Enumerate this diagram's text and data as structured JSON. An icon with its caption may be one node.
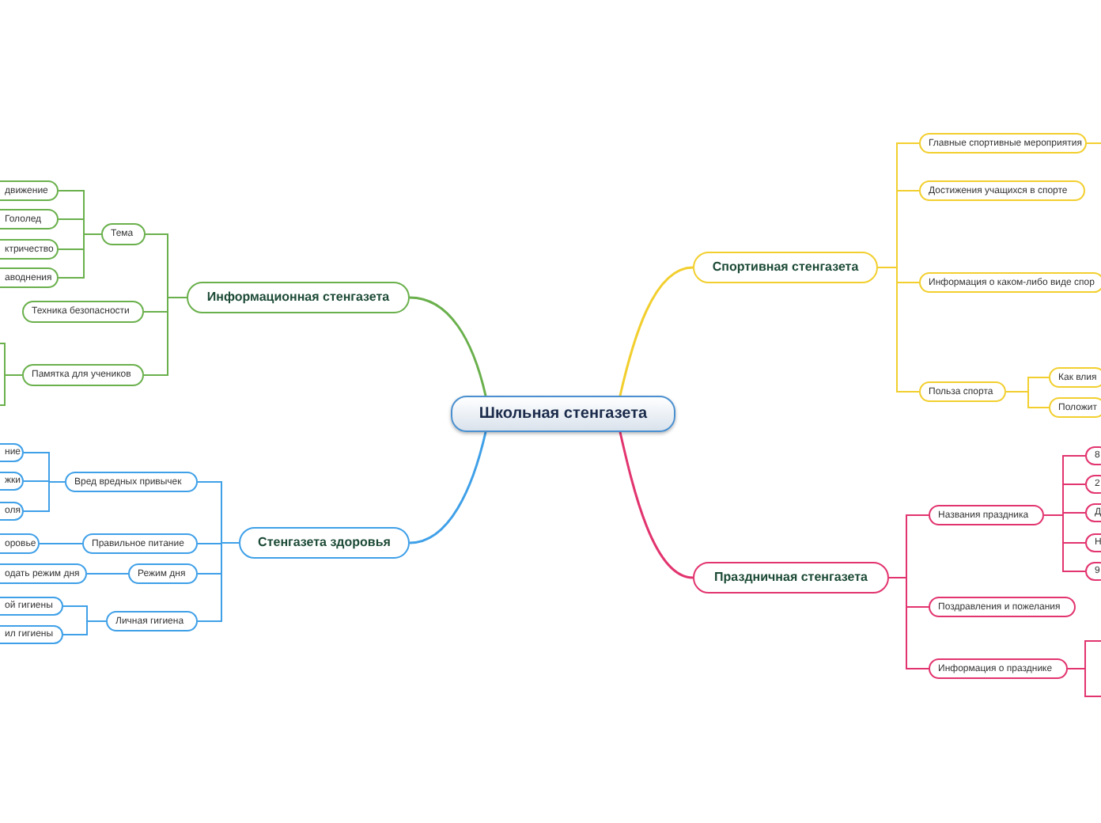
{
  "diagram": {
    "nodes": [
      {
        "text": [
          "Школьная стенгазета"
        ]
      },
      {
        "text": [
          "Информационная стенгазета"
        ]
      },
      {
        "text": [
          "Тема"
        ]
      },
      {
        "text": [
          "движение"
        ]
      },
      {
        "text": [
          "Гололед"
        ]
      },
      {
        "text": [
          "ктричество"
        ]
      },
      {
        "text": [
          "аводнения"
        ]
      },
      {
        "text": [
          "Техника безопасности"
        ]
      },
      {
        "text": [
          "Памятка для учеников"
        ]
      },
      {
        "text": [
          "Стенгазета здоровья"
        ]
      },
      {
        "text": [
          "Вред вредных привычек"
        ]
      },
      {
        "text": [
          "ние"
        ]
      },
      {
        "text": [
          "жки"
        ]
      },
      {
        "text": [
          "оля"
        ]
      },
      {
        "text": [
          "Правильное питание"
        ]
      },
      {
        "text": [
          "оровье"
        ]
      },
      {
        "text": [
          "Режим дня"
        ]
      },
      {
        "text": [
          "одать режим дня"
        ]
      },
      {
        "text": [
          "Личная гигиена"
        ]
      },
      {
        "text": [
          "ой гигиены"
        ]
      },
      {
        "text": [
          "ил гигиены"
        ]
      },
      {
        "text": [
          "Спортивная стенгазета"
        ]
      },
      {
        "text": [
          "Главные спортивные мероприятия"
        ]
      },
      {
        "text": [
          "Достижения учащихся в спорте"
        ]
      },
      {
        "text": [
          "Информация о каком-либо виде спор"
        ]
      },
      {
        "text": [
          "Польза спорта"
        ]
      },
      {
        "text": [
          "Как влия"
        ]
      },
      {
        "text": [
          "Положит"
        ]
      },
      {
        "text": [
          "Праздничная стенгазета"
        ]
      },
      {
        "text": [
          "Названия праздника"
        ]
      },
      {
        "text": [
          "8"
        ]
      },
      {
        "text": [
          "2"
        ]
      },
      {
        "text": [
          "Д"
        ]
      },
      {
        "text": [
          "Н"
        ]
      },
      {
        "text": [
          "9"
        ]
      },
      {
        "text": [
          "Поздравления и пожелания"
        ]
      },
      {
        "text": [
          "Информация о празднике"
        ]
      }
    ],
    "edges": [
      {
        "from": 0,
        "to": 1,
        "arrow": "none",
        "color": "#6ab04c"
      },
      {
        "from": 1,
        "to": 2,
        "arrow": "none",
        "color": "#6ab04c"
      },
      {
        "from": 1,
        "to": 7,
        "arrow": "none",
        "color": "#6ab04c"
      },
      {
        "from": 1,
        "to": 8,
        "arrow": "none",
        "color": "#6ab04c"
      },
      {
        "from": 2,
        "to": 3,
        "arrow": "none",
        "color": "#6ab04c"
      },
      {
        "from": 2,
        "to": 4,
        "arrow": "none",
        "color": "#6ab04c"
      },
      {
        "from": 2,
        "to": 5,
        "arrow": "none",
        "color": "#6ab04c"
      },
      {
        "from": 2,
        "to": 6,
        "arrow": "none",
        "color": "#6ab04c"
      },
      {
        "from": 8,
        "to": null,
        "arrow": "none",
        "color": "#6ab04c"
      },
      {
        "from": 8,
        "to": null,
        "arrow": "none",
        "color": "#6ab04c"
      },
      {
        "from": 0,
        "to": 9,
        "arrow": "none",
        "color": "#3fa0e8"
      },
      {
        "from": 9,
        "to": 10,
        "arrow": "none",
        "color": "#3fa0e8"
      },
      {
        "from": 9,
        "to": 14,
        "arrow": "none",
        "color": "#3fa0e8"
      },
      {
        "from": 9,
        "to": 16,
        "arrow": "none",
        "color": "#3fa0e8"
      },
      {
        "from": 9,
        "to": 18,
        "arrow": "none",
        "color": "#3fa0e8"
      },
      {
        "from": 10,
        "to": 11,
        "arrow": "none",
        "color": "#3fa0e8"
      },
      {
        "from": 10,
        "to": 12,
        "arrow": "none",
        "color": "#3fa0e8"
      },
      {
        "from": 10,
        "to": 13,
        "arrow": "none",
        "color": "#3fa0e8"
      },
      {
        "from": 14,
        "to": 15,
        "arrow": "none",
        "color": "#3fa0e8"
      },
      {
        "from": 16,
        "to": 17,
        "arrow": "none",
        "color": "#3fa0e8"
      },
      {
        "from": 18,
        "to": 19,
        "arrow": "none",
        "color": "#3fa0e8"
      },
      {
        "from": 18,
        "to": 20,
        "arrow": "none",
        "color": "#3fa0e8"
      },
      {
        "from": 0,
        "to": 21,
        "arrow": "none",
        "color": "#f2cf2e"
      },
      {
        "from": 21,
        "to": 22,
        "arrow": "none",
        "color": "#f2cf2e"
      },
      {
        "from": 21,
        "to": 23,
        "arrow": "none",
        "color": "#f2cf2e"
      },
      {
        "from": 21,
        "to": 24,
        "arrow": "none",
        "color": "#f2cf2e"
      },
      {
        "from": 21,
        "to": 25,
        "arrow": "none",
        "color": "#f2cf2e"
      },
      {
        "from": 25,
        "to": 26,
        "arrow": "none",
        "color": "#f2cf2e"
      },
      {
        "from": 25,
        "to": 27,
        "arrow": "none",
        "color": "#f2cf2e"
      },
      {
        "from": 22,
        "to": null,
        "arrow": "none",
        "color": "#f2cf2e"
      },
      {
        "from": 0,
        "to": 28,
        "arrow": "none",
        "color": "#e2346f"
      },
      {
        "from": 28,
        "to": 29,
        "arrow": "none",
        "color": "#e2346f"
      },
      {
        "from": 28,
        "to": 35,
        "arrow": "none",
        "color": "#e2346f"
      },
      {
        "from": 28,
        "to": 36,
        "arrow": "none",
        "color": "#e2346f"
      },
      {
        "from": 29,
        "to": 30,
        "arrow": "none",
        "color": "#e2346f"
      },
      {
        "from": 29,
        "to": 31,
        "arrow": "none",
        "color": "#e2346f"
      },
      {
        "from": 29,
        "to": 32,
        "arrow": "none",
        "color": "#e2346f"
      },
      {
        "from": 29,
        "to": 33,
        "arrow": "none",
        "color": "#e2346f"
      },
      {
        "from": 29,
        "to": 34,
        "arrow": "none",
        "color": "#e2346f"
      },
      {
        "from": 36,
        "to": null,
        "arrow": "none",
        "color": "#e2346f"
      },
      {
        "from": 36,
        "to": null,
        "arrow": "none",
        "color": "#e2346f"
      }
    ]
  }
}
